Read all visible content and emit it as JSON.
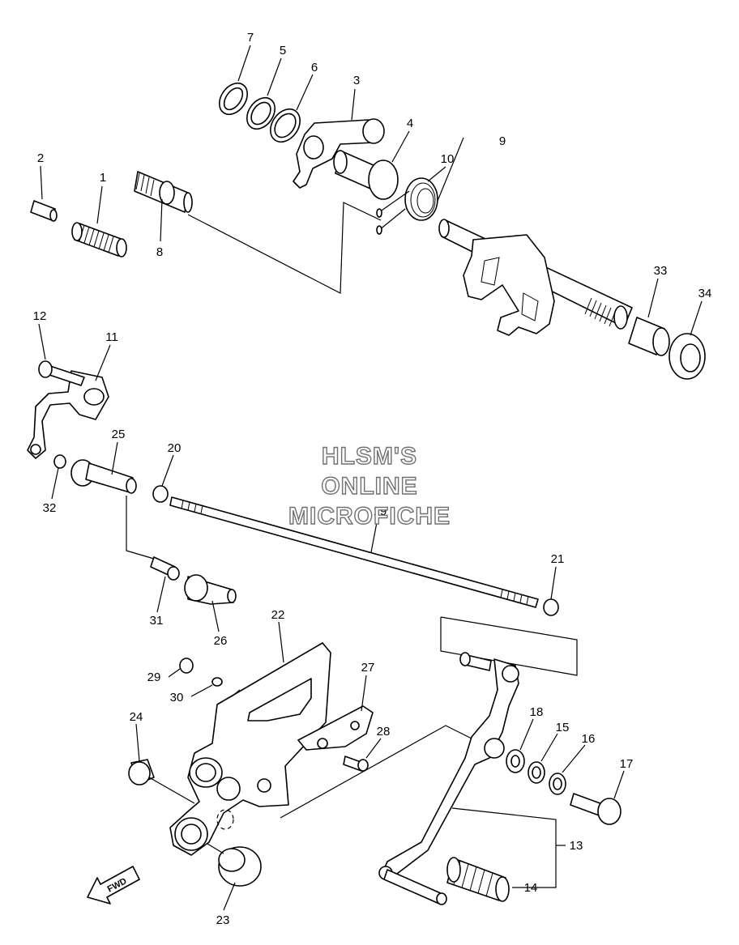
{
  "watermark": {
    "line1": "HLSM'S",
    "line2": "ONLINE",
    "line3": "MICROFICHE"
  },
  "direction_badge": "FWD",
  "callouts": [
    {
      "id": "c1",
      "label": "1"
    },
    {
      "id": "c2",
      "label": "2"
    },
    {
      "id": "c3",
      "label": "3"
    },
    {
      "id": "c4",
      "label": "4"
    },
    {
      "id": "c5",
      "label": "5"
    },
    {
      "id": "c6",
      "label": "6"
    },
    {
      "id": "c7",
      "label": "7"
    },
    {
      "id": "c8",
      "label": "8"
    },
    {
      "id": "c9",
      "label": "9"
    },
    {
      "id": "c10",
      "label": "10"
    },
    {
      "id": "c11",
      "label": "11"
    },
    {
      "id": "c12",
      "label": "12"
    },
    {
      "id": "c13",
      "label": "13"
    },
    {
      "id": "c14",
      "label": "14"
    },
    {
      "id": "c15",
      "label": "15"
    },
    {
      "id": "c16",
      "label": "16"
    },
    {
      "id": "c17",
      "label": "17"
    },
    {
      "id": "c18",
      "label": "18"
    },
    {
      "id": "c19",
      "label": "19"
    },
    {
      "id": "c20",
      "label": "20"
    },
    {
      "id": "c21",
      "label": "21"
    },
    {
      "id": "c22",
      "label": "22"
    },
    {
      "id": "c23",
      "label": "23"
    },
    {
      "id": "c24",
      "label": "24"
    },
    {
      "id": "c25",
      "label": "25"
    },
    {
      "id": "c26",
      "label": "26"
    },
    {
      "id": "c27",
      "label": "27"
    },
    {
      "id": "c28",
      "label": "28"
    },
    {
      "id": "c29",
      "label": "29"
    },
    {
      "id": "c30",
      "label": "30"
    },
    {
      "id": "c31",
      "label": "31"
    },
    {
      "id": "c32",
      "label": "32"
    },
    {
      "id": "c33",
      "label": "33"
    },
    {
      "id": "c34",
      "label": "34"
    }
  ]
}
